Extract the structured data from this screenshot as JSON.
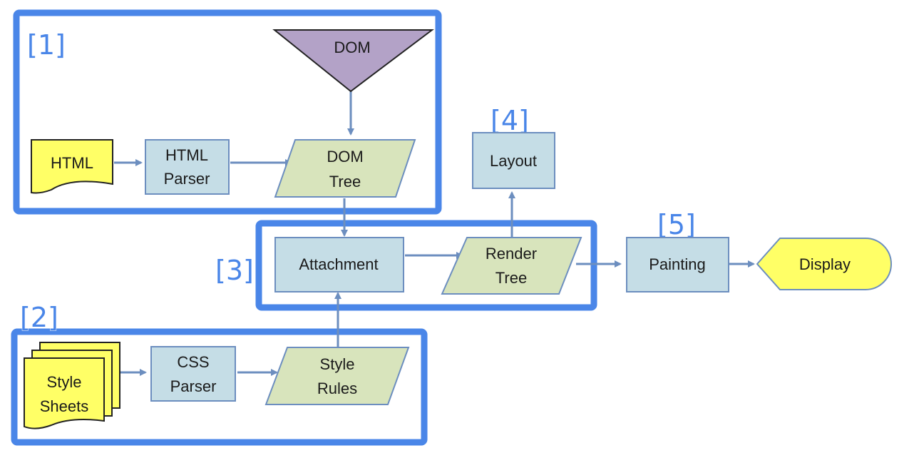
{
  "colors": {
    "group_border": "#4a86e8",
    "process_fill": "#c5dde6",
    "data_fill": "#d8e4bc",
    "document_fill": "#ffff66",
    "dom_fill": "#b3a2c7",
    "arrow": "#6c8ebf",
    "stage_label": "#4a86e8"
  },
  "stages": {
    "s1": "[1]",
    "s2": "[2]",
    "s3": "[3]",
    "s4": "[4]",
    "s5": "[5]"
  },
  "nodes": {
    "dom": {
      "label": "DOM",
      "shape": "inverted-triangle"
    },
    "html": {
      "label": "HTML",
      "shape": "document"
    },
    "html_parser": {
      "line1": "HTML",
      "line2": "Parser",
      "shape": "process"
    },
    "dom_tree": {
      "line1": "DOM",
      "line2": "Tree",
      "shape": "data"
    },
    "layout": {
      "label": "Layout",
      "shape": "process"
    },
    "attachment": {
      "label": "Attachment",
      "shape": "process"
    },
    "render_tree": {
      "line1": "Render",
      "line2": "Tree",
      "shape": "data"
    },
    "painting": {
      "label": "Painting",
      "shape": "process"
    },
    "display": {
      "label": "Display",
      "shape": "display"
    },
    "style_sheets": {
      "line1": "Style",
      "line2": "Sheets",
      "shape": "multi-document"
    },
    "css_parser": {
      "line1": "CSS",
      "line2": "Parser",
      "shape": "process"
    },
    "style_rules": {
      "line1": "Style",
      "line2": "Rules",
      "shape": "data"
    }
  }
}
